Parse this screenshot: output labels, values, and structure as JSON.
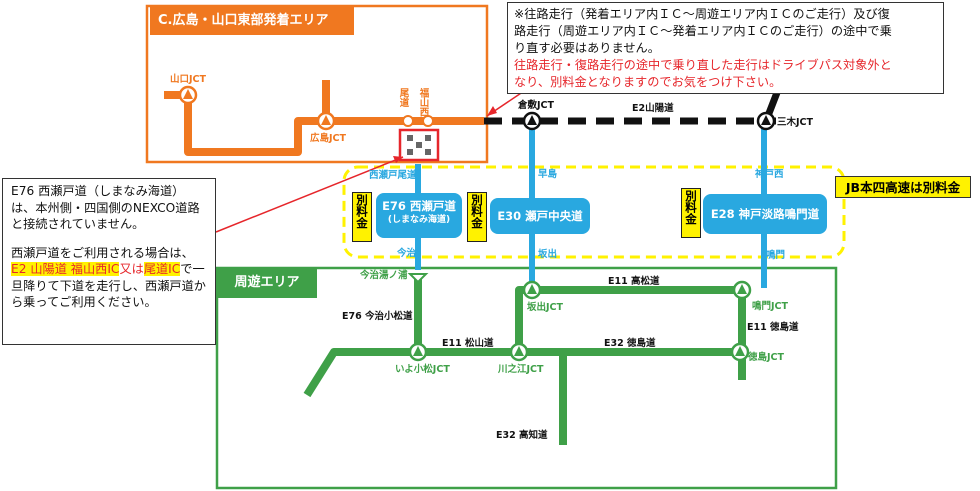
{
  "areas": {
    "origin_title": "C.広島・山口東部発着エリア",
    "circuit_title": "周遊エリア",
    "jb_label": "JB本四高速は別料金"
  },
  "notes": {
    "right_line1": "※往路走行（発着エリア内ＩＣ～周遊エリア内ＩＣのご走行）及び復",
    "right_line2": "路走行（周遊エリア内ＩＣ～発着エリア内ＩＣのご走行）の途中で乗",
    "right_line3": "り直す必要はありません。",
    "right_red1": "往路走行・復路走行の途中で乗り直した走行はドライブパス対象外と",
    "right_red2": "なり、別料金となりますのでお気をつけ下さい。",
    "left_p1": "E76 西瀬戸道（しまなみ海道）は、本州側・四国側のNEXCO道路と接続されていません。",
    "left_p2_a": "西瀬戸道をご利用される場合は、",
    "left_p2_hl1": "E2 山陽道 福山西IC",
    "left_p2_b": "又は",
    "left_p2_hl2": "尾道IC",
    "left_p2_c": "で一旦降りて下道を走行し、西瀬戸道から乗ってご利用ください。"
  },
  "fee_label": "別料金",
  "bridges": {
    "nishiseto_title": "E76 西瀬戸道",
    "nishiseto_sub": "(しまなみ海道)",
    "setochuo_title": "E30 瀬戸中央道",
    "kobeawaji_title": "E28 神戸淡路鳴門道"
  },
  "labels": {
    "yamaguchi_jct": "山口JCT",
    "hiroshima_jct": "広島JCT",
    "onomichi": "尾道",
    "fukuyama_nishi": "福山西",
    "kurashiki_jct": "倉敷JCT",
    "e2_sanyo": "E2山陽道",
    "miki_jct": "三木JCT",
    "nishiseto_onomichi": "西瀬戸尾道",
    "kojima": "早島",
    "kobe_nishi": "神戸西",
    "imabari": "今治",
    "sakaide": "坂出",
    "naruto": "鳴門",
    "imabari_yunoura": "今治湯ノ浦",
    "e76_imabari_komatsu": "E76 今治小松道",
    "e11_takamatsu": "E11 高松道",
    "sakaide_jct": "坂出JCT",
    "naruto_jct": "鳴門JCT",
    "e11_tokushima": "E11 徳島道",
    "e11_matsuyama": "E11 松山道",
    "e32_tokushima": "E32 徳島道",
    "iyo_komatsu_jct": "いよ小松JCT",
    "kawanoe_jct": "川之江JCT",
    "tokushima_jct": "徳島JCT",
    "e32_kochi": "E32 高知道"
  },
  "colors": {
    "orange": "#f07820",
    "green": "#3fa048",
    "blue": "#29a8e0",
    "yellow": "#fff200",
    "red": "#e6262b"
  }
}
